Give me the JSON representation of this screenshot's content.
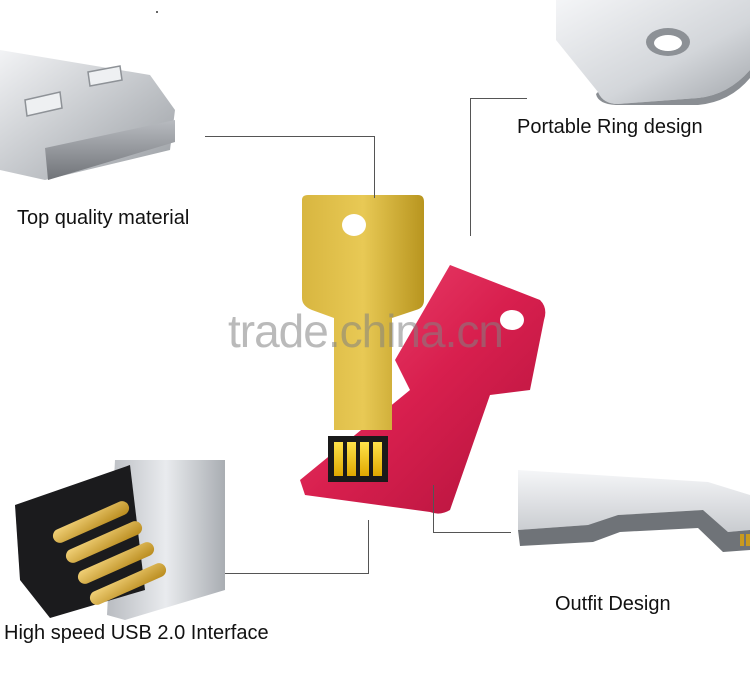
{
  "labels": {
    "top_quality": "Top quality material",
    "portable_ring": "Portable Ring design",
    "outfit": "Outfit Design",
    "usb_interface": "High speed USB 2.0 Interface"
  },
  "watermark": "trade.china.cn",
  "colors": {
    "gold": "#c9a227",
    "red": "#d9204f",
    "silver": "#cfd2d6",
    "line": "#555555"
  }
}
